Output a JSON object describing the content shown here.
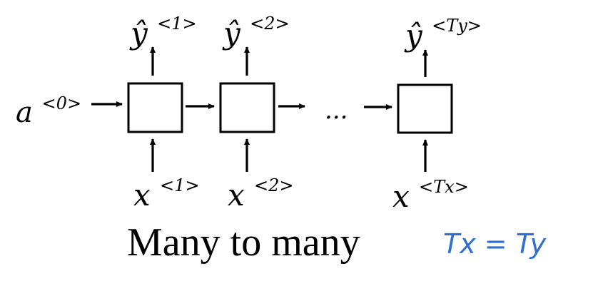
{
  "diagram": {
    "title": "Many to many",
    "initial_activation": {
      "base": "a",
      "sup": "<0>"
    },
    "ellipsis": "...",
    "steps": [
      {
        "output": {
          "base": "ŷ",
          "sup": "<1>"
        },
        "input": {
          "base": "x",
          "sup": "<1>"
        }
      },
      {
        "output": {
          "base": "ŷ",
          "sup": "<2>"
        },
        "input": {
          "base": "x",
          "sup": "<2>"
        }
      },
      {
        "output": {
          "base": "ŷ",
          "sup": "<Ty>"
        },
        "input": {
          "base": "x",
          "sup": "<Tx>"
        }
      }
    ],
    "handwritten_note": "Tx = Ty",
    "colors": {
      "ink": "#000000",
      "note": "#2f6fd0"
    }
  }
}
